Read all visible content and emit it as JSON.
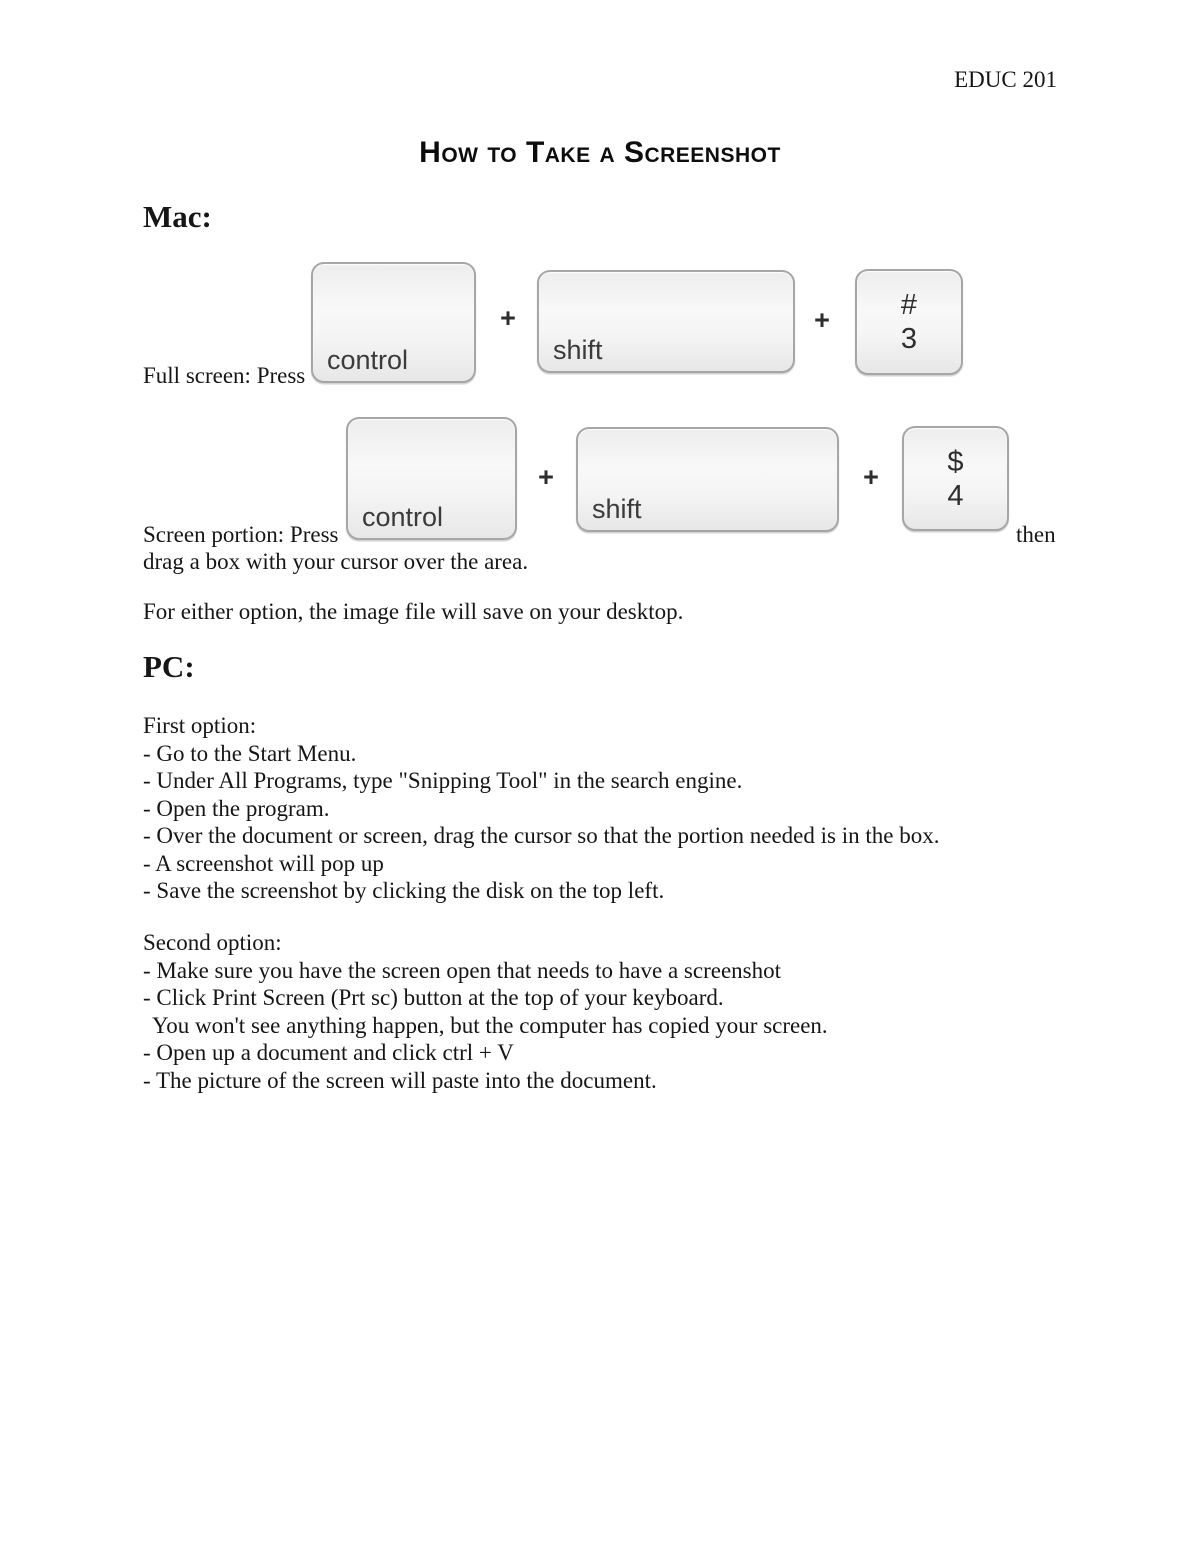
{
  "header": {
    "course_code": "EDUC 201",
    "title": "How to Take a Screenshot"
  },
  "mac": {
    "heading": "Mac:",
    "full_screen_label": "Full screen: Press",
    "screen_portion_label": "Screen portion: Press",
    "then_word": "then",
    "drag_line": "drag a box with your cursor over the area.",
    "note": "For either option, the image file will save on your desktop."
  },
  "keys": {
    "plus": "+",
    "control": "control",
    "shift": "shift",
    "three_symbol": "#",
    "three_digit": "3",
    "four_symbol": "$",
    "four_digit": "4"
  },
  "pc": {
    "heading": "PC:",
    "first_option": {
      "heading": "First option:",
      "lines": [
        "- Go to the Start Menu.",
        "- Under All Programs, type \"Snipping Tool\" in the search engine.",
        "- Open the program.",
        "- Over the document or screen, drag the cursor so that the portion needed is in the box.",
        "- A screenshot will pop up",
        "- Save the screenshot by clicking the disk on the top left."
      ]
    },
    "second_option": {
      "heading": "Second option:",
      "lines": [
        "- Make sure you have the screen open that needs to have a screenshot",
        "- Click Print Screen (Prt sc) button at the top of your keyboard.",
        "You won't see anything happen, but the computer has copied your screen.",
        "- Open up a document and click ctrl + V",
        "- The picture of the screen will paste into the document."
      ]
    }
  },
  "colors": {
    "page_background": "#ffffff",
    "text": "#161616",
    "key_border": "#a6a6a6",
    "key_face": "#f2f2f2",
    "key_label": "#3b3b3b"
  }
}
